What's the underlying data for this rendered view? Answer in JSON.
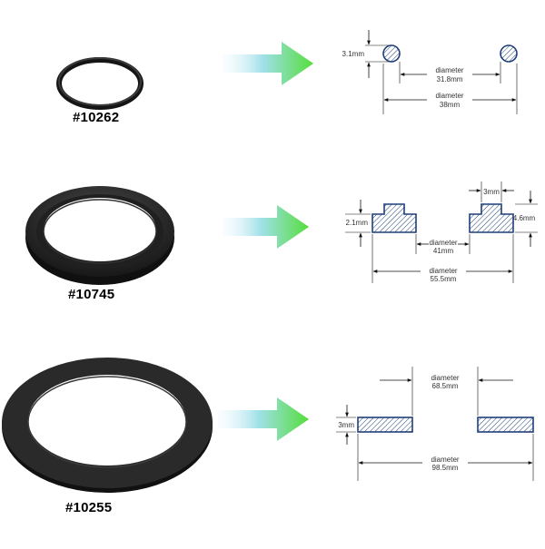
{
  "parts": [
    {
      "part_number": "#10262",
      "dims": {
        "thickness": "3.1mm",
        "inner_label": "diameter",
        "inner_value": "31.8mm",
        "outer_label": "diameter",
        "outer_value": "38mm"
      }
    },
    {
      "part_number": "#10745",
      "dims": {
        "lip_width": "3mm",
        "base_height": "2.1mm",
        "total_height": "4.6mm",
        "inner_label": "diameter",
        "inner_value": "41mm",
        "outer_label": "diameter",
        "outer_value": "55.5mm"
      }
    },
    {
      "part_number": "#10255",
      "dims": {
        "thickness": "3mm",
        "inner_label": "diameter",
        "inner_value": "68.5mm",
        "outer_label": "diameter",
        "outer_value": "98.5mm"
      }
    }
  ],
  "colors": {
    "drawing": "#1f3f7a",
    "dim_line": "#111111",
    "dim_text": "#333333",
    "arrow": "#55dd3b",
    "gasket": "#1b1b1b"
  }
}
